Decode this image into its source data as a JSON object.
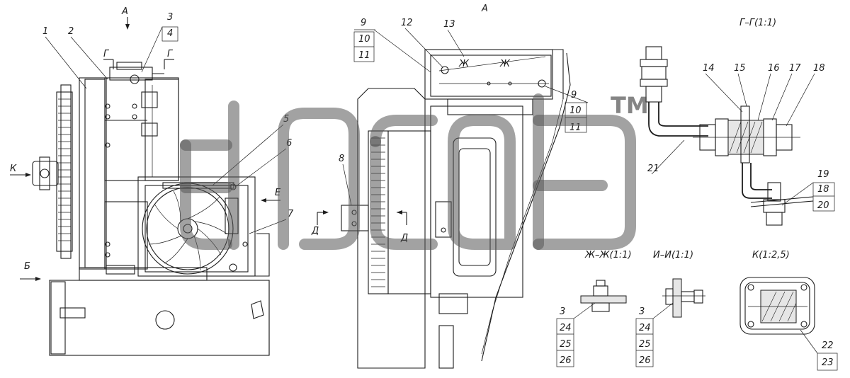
{
  "views": {
    "left_view_label": "A",
    "middle_view_label": "A",
    "section_gg": "Г–Г(1:1)",
    "section_zhzh": "Ж–Ж(1:1)",
    "section_ii": "И–И(1:1)",
    "view_k": "К(1:2,5)"
  },
  "arrows": {
    "k": "К",
    "b": "Б",
    "e": "Е",
    "d1": "Д",
    "d2": "Д",
    "g1": "Г",
    "g2": "Г",
    "zh1": "Ж",
    "zh2": "Ж"
  },
  "callouts": {
    "c1": "1",
    "c2": "2",
    "c3": "3",
    "c4": "4",
    "c5": "5",
    "c6": "6",
    "c7": "7",
    "c8": "8",
    "c9a": "9",
    "c10a": "10",
    "c11a": "11",
    "c12": "12",
    "c13": "13",
    "c9b": "9",
    "c10b": "10",
    "c11b": "11",
    "c14": "14",
    "c15": "15",
    "c16": "16",
    "c17": "17",
    "c18a": "18",
    "c19": "19",
    "c18b": "18",
    "c20": "20",
    "c21": "21",
    "c3b": "3",
    "c24a": "24",
    "c25a": "25",
    "c26a": "26",
    "c3c": "3",
    "c24b": "24",
    "c25b": "25",
    "c26b": "26",
    "c22": "22",
    "c23": "23"
  },
  "watermark": {
    "tm": "TM"
  }
}
